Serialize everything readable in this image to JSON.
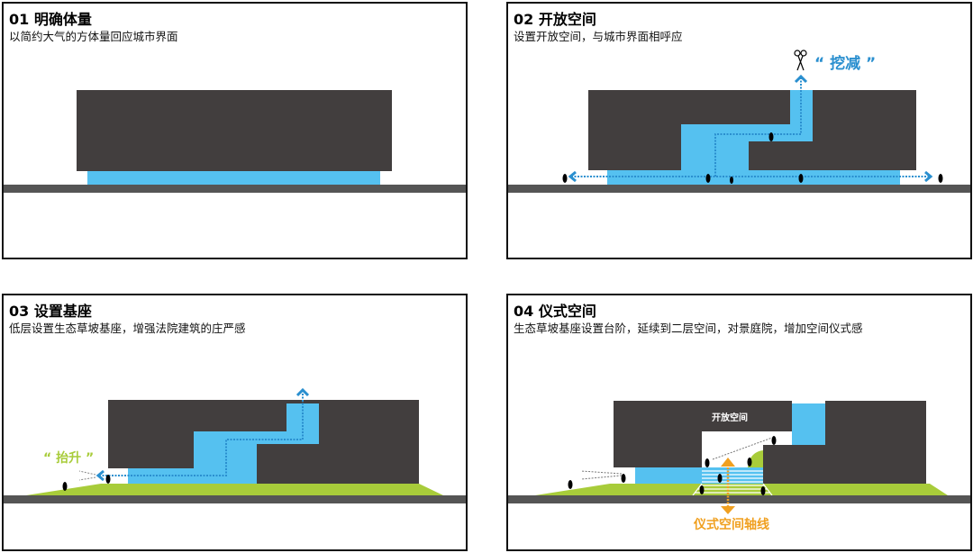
{
  "colors": {
    "building": "#423e3e",
    "open_space": "#55c1f0",
    "ground": "#555555",
    "grass": "#a8cc3a",
    "accent_blue": "#2a8fcf",
    "axis_orange": "#f0a020"
  },
  "panels": [
    {
      "title": "01 明确体量",
      "subtitle": "以简约大气的方体量回应城市界面"
    },
    {
      "title": "02 开放空间",
      "subtitle": "设置开放空间，与城市界面相呼应",
      "label": "“ 挖减 ”",
      "icon": "scissors-icon"
    },
    {
      "title": "03 设置基座",
      "subtitle": "低层设置生态草坡基座，增强法院建筑的庄严感",
      "label": "“ 抬升 ”"
    },
    {
      "title": "04 仪式空间",
      "subtitle": "生态草坡基座设置台阶，延续到二层空间，对景庭院，增加空间仪式感",
      "inner_label": "开放空间",
      "axis_label": "仪式空间轴线"
    }
  ]
}
